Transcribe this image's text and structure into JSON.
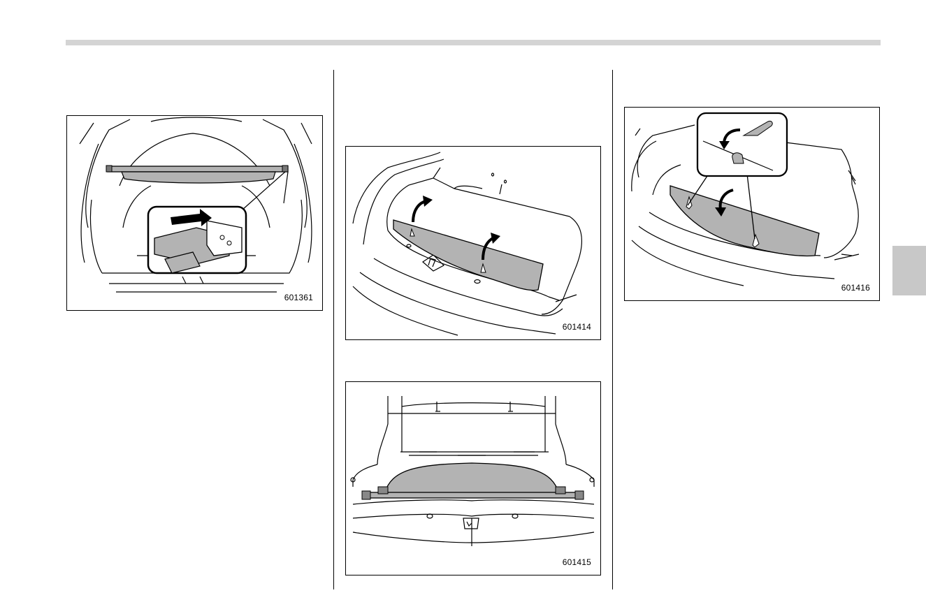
{
  "figures": [
    {
      "code": "601361",
      "illustration": "cargo-cover-hook-release-illustration"
    },
    {
      "code": "601414",
      "illustration": "cargo-area-lift-tonneau-cover-illustration"
    },
    {
      "code": "601415",
      "illustration": "tonneau-cover-rear-view-illustration"
    },
    {
      "code": "601416",
      "illustration": "tonneau-cover-install-hooks-illustration"
    }
  ],
  "colors": {
    "rule": "#d4d4d4",
    "cover_fill": "#b3b3b3",
    "tab": "#c8c8c8",
    "ink": "#000000"
  }
}
